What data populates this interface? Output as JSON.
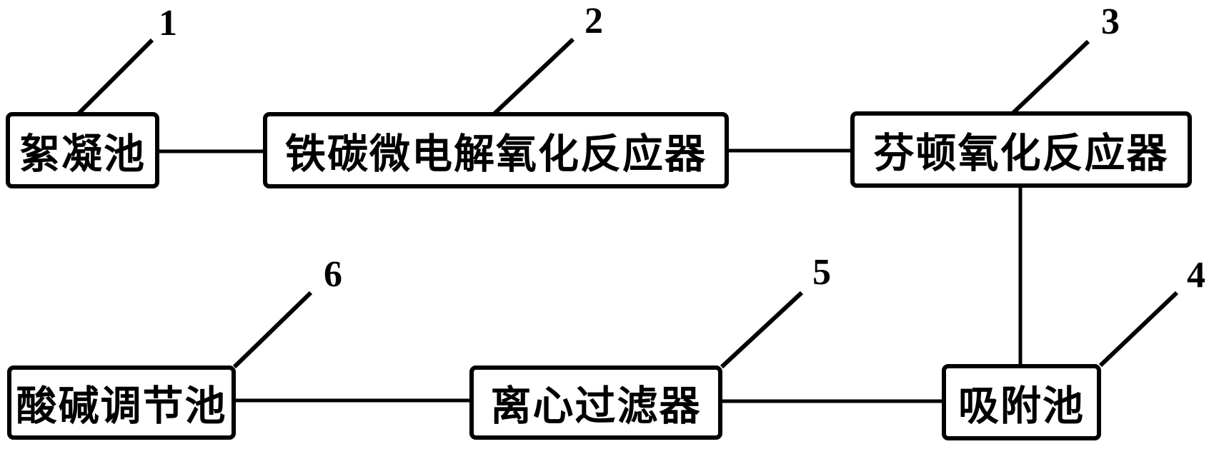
{
  "diagram": {
    "kind": "process-flow-diagram",
    "background_color": "#ffffff",
    "stroke_color": "#000000",
    "nodes": [
      {
        "number": "1",
        "label": "絮凝池"
      },
      {
        "number": "2",
        "label": "铁碳微电解氧化反应器"
      },
      {
        "number": "3",
        "label": "芬顿氧化反应器"
      },
      {
        "number": "4",
        "label": "吸附池"
      },
      {
        "number": "5",
        "label": "离心过滤器"
      },
      {
        "number": "6",
        "label": "酸碱调节池"
      }
    ],
    "connections": [
      {
        "from": "絮凝池",
        "to": "铁碳微电解氧化反应器",
        "orientation": "horizontal"
      },
      {
        "from": "铁碳微电解氧化反应器",
        "to": "芬顿氧化反应器",
        "orientation": "horizontal"
      },
      {
        "from": "芬顿氧化反应器",
        "to": "吸附池",
        "orientation": "vertical"
      },
      {
        "from": "酸碱调节池",
        "to": "离心过滤器",
        "orientation": "horizontal"
      },
      {
        "from": "离心过滤器",
        "to": "吸附池",
        "orientation": "horizontal"
      }
    ],
    "leader_lines": [
      {
        "number": "1",
        "points_to": "絮凝池"
      },
      {
        "number": "2",
        "points_to": "铁碳微电解氧化反应器"
      },
      {
        "number": "3",
        "points_to": "芬顿氧化反应器"
      },
      {
        "number": "4",
        "points_to": "吸附池"
      },
      {
        "number": "5",
        "points_to": "离心过滤器"
      },
      {
        "number": "6",
        "points_to": "酸碱调节池"
      }
    ]
  }
}
